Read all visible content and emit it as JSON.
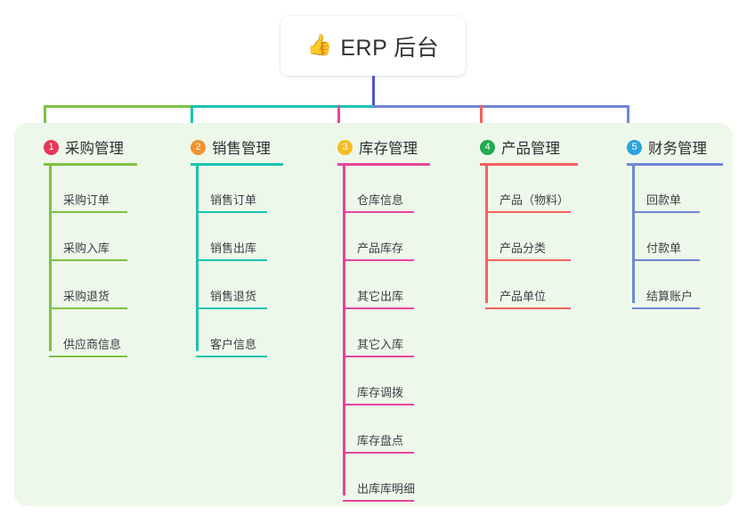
{
  "diagram": {
    "type": "mindmap-tree",
    "background": "#ffffff",
    "panel_color": "#eef8ea",
    "root": {
      "icon": "thumbs-up-icon",
      "emoji": "👍",
      "label": "ERP 后台"
    },
    "trunk_color": "#4f55c4",
    "columns": [
      {
        "index": "1",
        "badge_label": "1",
        "badge_color": "#e8375a",
        "line_color": "#7ec143",
        "title": "采购管理",
        "items": [
          "采购订单",
          "采购入库",
          "采购退货",
          "供应商信息"
        ]
      },
      {
        "index": "2",
        "badge_label": "2",
        "badge_color": "#f2912f",
        "line_color": "#18c3b2",
        "title": "销售管理",
        "items": [
          "销售订单",
          "销售出库",
          "销售退货",
          "客户信息"
        ]
      },
      {
        "index": "3",
        "badge_label": "3",
        "badge_color": "#f5bd1f",
        "line_color": "#e8459b",
        "title": "库存管理",
        "items": [
          "仓库信息",
          "产品库存",
          "其它出库",
          "其它入库",
          "库存调拨",
          "库存盘点",
          "出库库明细"
        ]
      },
      {
        "index": "4",
        "badge_label": "4",
        "badge_color": "#21ab52",
        "line_color": "#f4615c",
        "title": "产品管理",
        "items": [
          "产品（物料）",
          "产品分类",
          "产品单位"
        ]
      },
      {
        "index": "5",
        "badge_label": "5",
        "badge_color": "#29a3e0",
        "line_color": "#6f86d8",
        "title": "财务管理",
        "items": [
          "回款单",
          "付款单",
          "结算账户"
        ]
      }
    ]
  }
}
